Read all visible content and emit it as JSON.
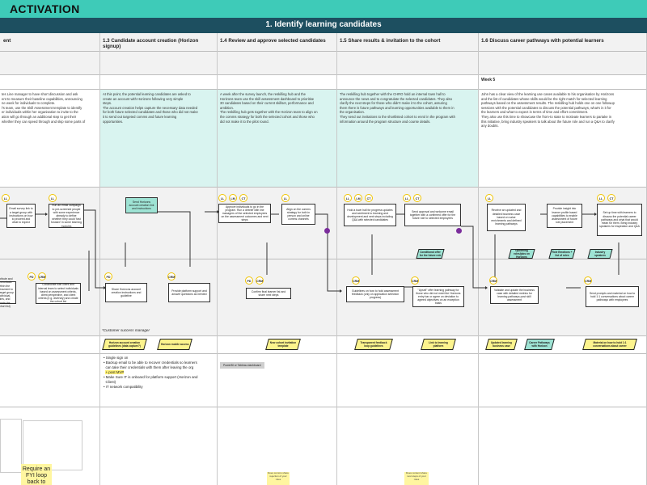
{
  "header": {
    "title": "ACTIVATION"
  },
  "phase": {
    "title": "1. Identify learning candidates"
  },
  "columns": [
    {
      "id": "c0",
      "title": "ent"
    },
    {
      "id": "c1",
      "title": "1.3 Candidate account creation (Horizon signup)"
    },
    {
      "id": "c2",
      "title": "1.4 Review and approve selected candidates"
    },
    {
      "id": "c3",
      "title": "1.5 Share results & invitation to the cohort"
    },
    {
      "id": "c4",
      "title": "1.6 Discuss career pathways with potential learners"
    }
  ],
  "week_label": "Week 5",
  "descriptions": {
    "c0": [
      "tes Line manager to have short discussion and ask",
      "ent to measure their baseline capabilities, announcing",
      "ne week for individuals to complete.",
      "",
      "l's team, use the Skill Assessment template to identify",
      "er individuals within her organisation to invite to the",
      "ation will go through an additional step to get their",
      "whether they can speed through and skip some parts of"
    ],
    "c1": [
      "At this point, the potential learning candidates are asked to",
      "create an account with Horizons following very simple",
      "steps.",
      "",
      "The account creation helps capture the necessary data needed",
      "for both future selected candidates and those who did not make",
      "it to send out targeted comms and future learning",
      "opportunities."
    ],
    "c2": [
      "A week after the survey launch, the reskilling hub and the",
      "Horizons team use the skill assessment dashboard to prioritise",
      "30 candidates based on their current skillset, performance and",
      "ambition.",
      "",
      "The reskilling hub gets together with the Horizon team to align on",
      "the comms strategy for both the selected cohort and those who",
      "did not make it to the pilot round."
    ],
    "c3": [
      "The reskilling hub together with the CHRO hold an internal town hall to",
      "announce the news and to congratulate the selected candidates. They also",
      "clarify the next steps for those who didn't make it to the cohort, assuring",
      "them there is future pathways and learning opportunities available to them in",
      "the organisation.",
      "",
      "They send out invitations to the shortlisted cohort to enrol in the program with",
      "information around the program structure and course details."
    ],
    "c4": [
      "John has a clear view of the learning use cases available to his organisation by Horizons",
      "and the list of candidates whose skills would be the right match for selected learning",
      "pathways based on the assessment results. The reskilling hub holds one on one followup",
      "sessions with the potential candidates to discuss the potential pathways, what's in it for",
      "the learners and what to expect in terms of time and effort commitment.",
      "",
      "They also use this time to showcase the from-to state to motivate learners to partake in",
      "this initiative, bring industry speakers to talk about the future role and run a Q&A to clarify",
      "any doubts."
    ]
  },
  "badges": [
    "LL",
    "LL",
    "LL",
    "LL",
    "LM",
    "CT",
    "LL",
    "LM",
    "CT",
    "LL",
    "CT",
    "LL",
    "CT",
    "PD",
    "CRM",
    "PD",
    "CRM",
    "PD",
    "CRM",
    "CRM",
    "CRM",
    "CRM"
  ],
  "cards": {
    "email": "Email survey link to a target group with instructions on how to proceed and what to expect",
    "run_email": "Run an email campaign to pre-screened people with some experience already to define whether they could 'fast forward' in some learning modules",
    "send_horizons": "Send Horizons account creation link and instructions",
    "approve": "Approve individuals to go in the program. Run a debrief with line managers of the selected employees on the assessment outcomes and next steps",
    "align_comms": "Align on the comms strategy for both in person and online comms channels",
    "town_hall": "Hold a town hall for progress updates and sentiment to learning and development and next steps including Q&A with selected candidates",
    "send_approval": "Send approval and welcome email together with a confirmed offer for the future role to selected employees",
    "receive_updated": "Receive an updated and detailed business case based on value enrichments and defined learning pathways",
    "provide_insight": "Provide insight into learner profile based capabilities to enable assessment of future role placement",
    "setup_1on1": "Set up time with learners to discuss the potential career pathways and what that would mean for them. Bring industry speakers for inspiration and Q&A",
    "distribute": "Distribute and communicate within the assessment to the target group (individual, rules, and create the cohort list)",
    "collaborate": "Collaborate with client and internal team to select individuals based on assessment criteria, client perspective, and client criteria (e.g. diversity) and create the cohort list",
    "share_account": "Share Horizons account creation instructions and guideline",
    "provide_support": "Provide platform support and answer questions as needed",
    "confirm_final": "Confirm final learner list and share next steps",
    "guidelines": "Guidelines on how to hold assessment feedback (only on application selection progress)",
    "upsell": "\"Upsell\" offer learning pathway for those who did not meet the Horizons entry bar or agree on deviation to agreed objectives on an exception basis",
    "validate": "Validate and update the business case with detailed metrics for learning pathways post skill assessment",
    "send_prompts": "Send prompts and material on how to hold 1:1 conversations about career pathways with employees"
  },
  "small_tags": {
    "conditional": "Conditional offer for the future role",
    "upcoming": "Upcoming roles/jobs on Horizons",
    "role": "Role Emotions + list of roles",
    "industry": "Industry speakers"
  },
  "artifacts": {
    "horizon_account": "Horizon account creation guidelines (data capture?)",
    "mobile_access": "Horizon mobile access",
    "new_cohort": "New cohort invitation template",
    "feedback": "Transparent feedback loop guidelines",
    "link_pathway": "Link to learning platform",
    "updated_biz": "Updated learning business case",
    "career_paths": "Career Pathways with Horizon",
    "material": "Material on how to hold 1:1 conversations about career"
  },
  "note_italic": "*Customer success manager",
  "tools": {
    "grey_tag": "PowerBI or Tableau dashboard",
    "lines": [
      "Single sign on",
      "Backup email to be able to recover credentials so learners",
      "can take their credentials with them after leaving the org",
      "+ post MVP",
      "Make Sure IT is onboard for platform support (Horizon and",
      "Client)",
      "IT network compatibility"
    ]
  },
  "stickies": {
    "fyi": "Require an FYI loop back to",
    "s1": "Does comms share rejection of your roles",
    "s2": "Does content share next steps of your roles"
  },
  "colors": {
    "top_bar": "#3ecbb8",
    "phase_bar": "#1d4f60",
    "teal_band": "#d9f4f0",
    "teal_card": "#9ee3d4",
    "yellow": "#fcf38d",
    "badge_ring": "#f0c400",
    "purple": "#7b2d9c"
  }
}
